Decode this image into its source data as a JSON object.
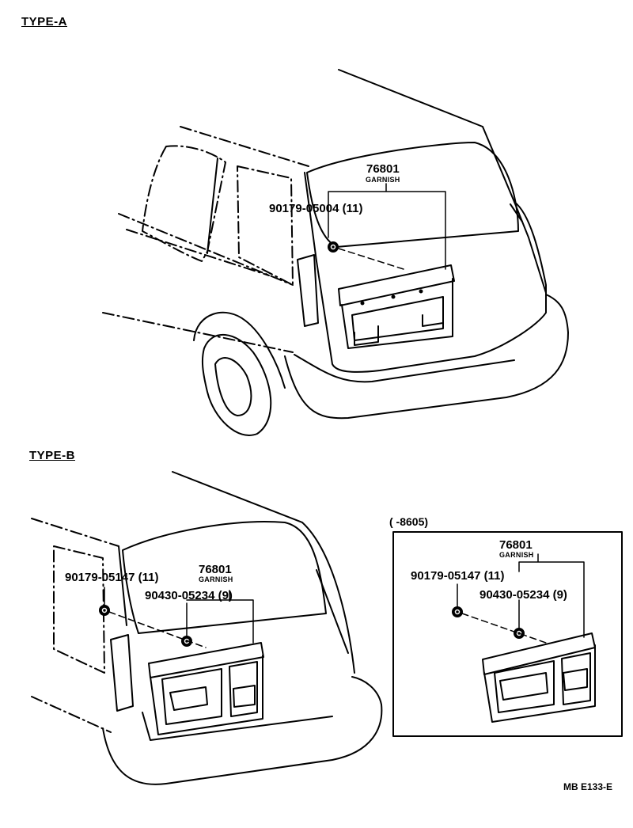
{
  "type_a": {
    "heading": "TYPE-A",
    "garnish_part_no": "76801",
    "garnish_name": "GARNISH",
    "clip_part_no": "90179-05004 (11)"
  },
  "type_b": {
    "heading": "TYPE-B",
    "garnish_part_no": "76801",
    "garnish_name": "GARNISH",
    "nut_part_no": "90179-05147 (11)",
    "clip_part_no": "90430-05234 (9)"
  },
  "inset": {
    "range_label": "(       -8605)",
    "garnish_part_no": "76801",
    "garnish_name": "GARNISH",
    "nut_part_no": "90179-05147 (11)",
    "clip_part_no": "90430-05234 (9)"
  },
  "diagram_code": "MB E133-E"
}
